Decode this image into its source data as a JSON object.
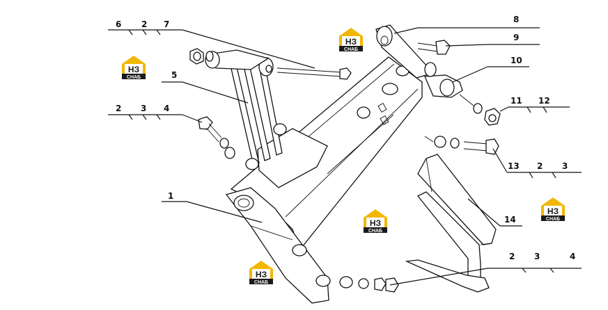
{
  "diagram": {
    "callouts": {
      "c1": "1",
      "c5": "5",
      "c6": "6",
      "c2a": "2",
      "c7": "7",
      "c2b": "2",
      "c3b": "3",
      "c4b": "4",
      "c8": "8",
      "c9": "9",
      "c10": "10",
      "c11": "11",
      "c12": "12",
      "c13": "13",
      "c2c": "2",
      "c3c": "3",
      "c14": "14",
      "c2d": "2",
      "c3d": "3",
      "c4d": "4"
    },
    "logo": {
      "mark": "НЗ",
      "caption": "СНАБ",
      "accent_color": "#f2b705",
      "dark_color": "#1a1a1a"
    }
  }
}
